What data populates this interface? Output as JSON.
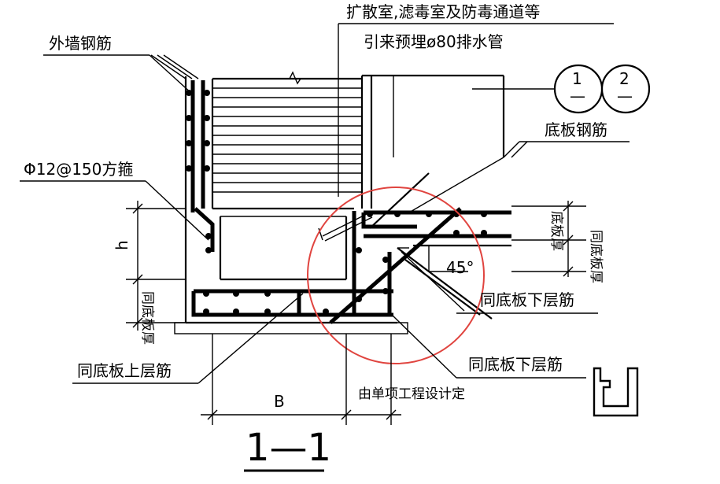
{
  "labels": {
    "top_note_line1": "扩散室,滤毒室及防毒通道等",
    "top_note_line2": "引来预埋ø80排水管",
    "outer_wall_rebar": "外墙钢筋",
    "stirrup": "Φ12@150方箍",
    "h": "h",
    "slab_thickness_left": "同底板厚",
    "bottom_slab_rebar": "底板钢筋",
    "slab_thickness_right_inner": "底板厚",
    "slab_thickness_right_outer": "同底板厚",
    "angle": "45°",
    "same_lower_rebar_1": "同底板下层筋",
    "same_lower_rebar_2": "同底板下层筋",
    "same_upper_rebar": "同底板上层筋",
    "dim_B": "B",
    "by_project_design": "由单项工程设计定",
    "section_title": "1—1",
    "ref1_top": "1",
    "ref1_bottom": "—",
    "ref2_top": "2",
    "ref2_bottom": "—"
  },
  "colors": {
    "line": "#000000",
    "highlight_circle": "#e0443f",
    "background": "#ffffff"
  }
}
